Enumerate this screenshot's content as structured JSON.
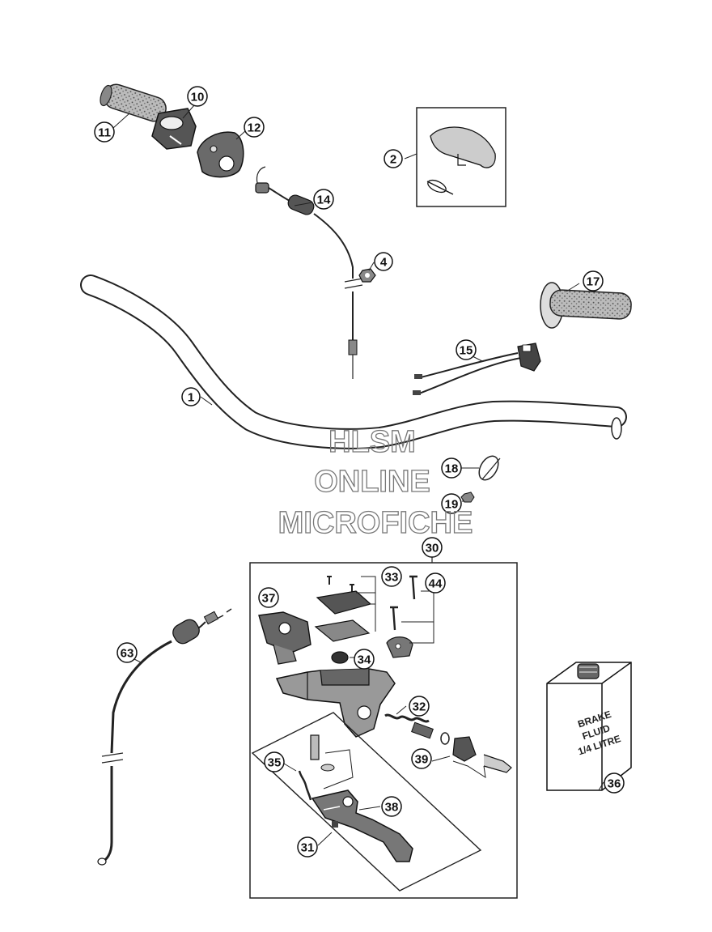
{
  "watermark": {
    "line1": "HLSM",
    "line2": "ONLINE",
    "line3": "MICROFICHE"
  },
  "brake_fluid_label": {
    "line1": "BRAKE",
    "line2": "FLUID",
    "line3": "1/4 LITRE"
  },
  "callouts": {
    "c1": "1",
    "c2": "2",
    "c4": "4",
    "c10": "10",
    "c11": "11",
    "c12": "12",
    "c14": "14",
    "c15": "15",
    "c17": "17",
    "c18": "18",
    "c19": "19",
    "c30": "30",
    "c31": "31",
    "c32": "32",
    "c33": "33",
    "c34": "34",
    "c35": "35",
    "c36": "36",
    "c37": "37",
    "c38": "38",
    "c39": "39",
    "c44": "44",
    "c63": "63"
  }
}
